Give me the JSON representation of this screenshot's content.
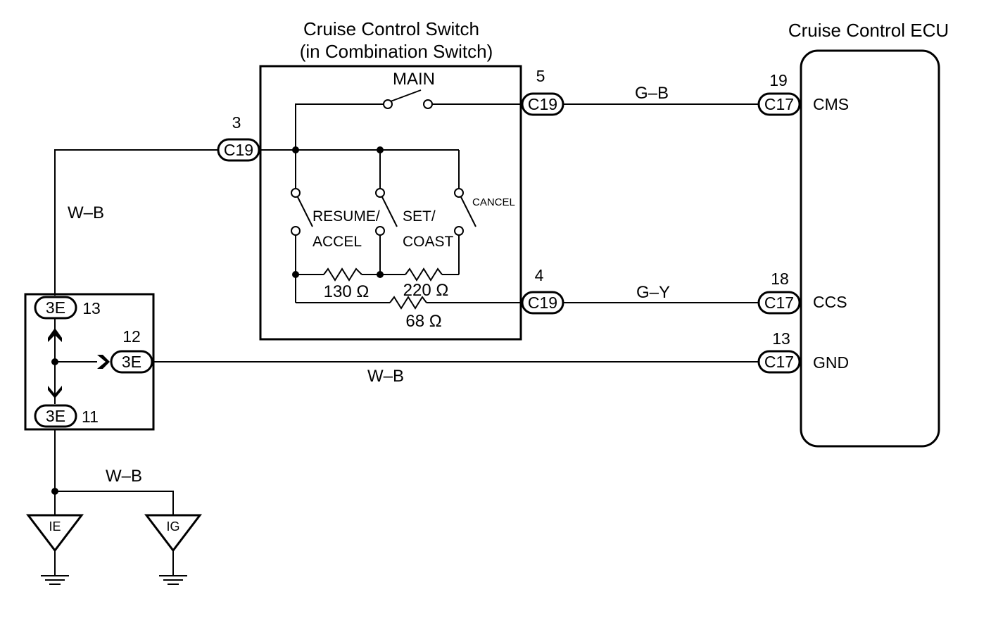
{
  "switch_block": {
    "title_line1": "Cruise Control Switch",
    "title_line2": "(in Combination Switch)",
    "main_label": "MAIN",
    "resume_label_1": "RESUME/",
    "resume_label_2": "ACCEL",
    "set_label_1": "SET/",
    "set_label_2": "COAST",
    "cancel_label": "CANCEL",
    "r1": "130 Ω",
    "r2": "220 Ω",
    "r3": "68 Ω",
    "pin_top_num": "5",
    "pin_top_conn": "C19",
    "pin_left_num": "3",
    "pin_left_conn": "C19",
    "pin_bottom_num": "4",
    "pin_bottom_conn": "C19"
  },
  "ecu": {
    "title": "Cruise Control ECU",
    "cms": {
      "pin": "19",
      "conn": "C17",
      "label": "CMS"
    },
    "ccs": {
      "pin": "18",
      "conn": "C17",
      "label": "CCS"
    },
    "gnd": {
      "pin": "13",
      "conn": "C17",
      "label": "GND"
    }
  },
  "junction": {
    "top": {
      "conn": "3E",
      "pin": "13"
    },
    "right": {
      "conn": "3E",
      "pin": "12"
    },
    "bottom": {
      "conn": "3E",
      "pin": "11"
    }
  },
  "wires": {
    "cms": "G–B",
    "ccs": "G–Y",
    "gnd": "W–B",
    "left": "W–B",
    "ground_branch": "W–B"
  },
  "grounds": {
    "left": "IE",
    "right": "IG"
  }
}
